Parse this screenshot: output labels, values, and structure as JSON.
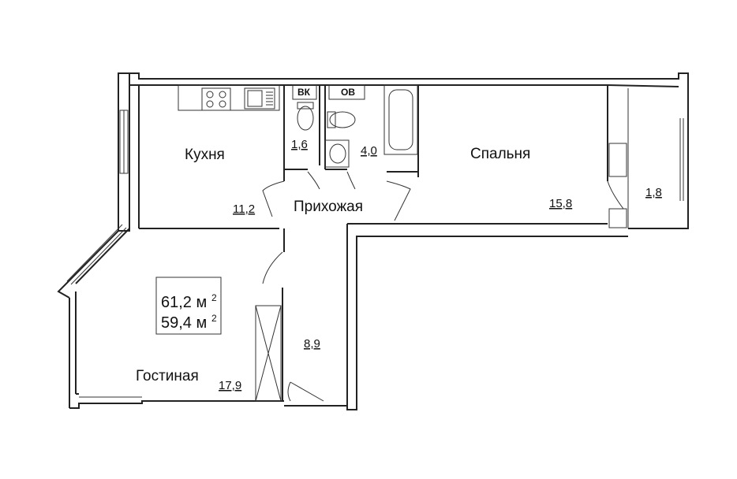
{
  "rooms": {
    "kitchen": {
      "name": "Кухня",
      "area": "11,2"
    },
    "hallway": {
      "name": "Прихожая"
    },
    "bedroom": {
      "name": "Спальня",
      "area": "15,8"
    },
    "living": {
      "name": "Гостиная",
      "area": "17,9"
    },
    "toilet": {
      "area": "1,6"
    },
    "bathroom": {
      "area": "4,0"
    },
    "balcony": {
      "area": "1,8"
    },
    "corridor": {
      "area": "8,9"
    }
  },
  "fixtures": {
    "water_meter": "ВК",
    "ventilation": "ОВ"
  },
  "totals": {
    "total_area": "61,2 м",
    "living_area": "59,4 м",
    "unit_sup": "2"
  }
}
